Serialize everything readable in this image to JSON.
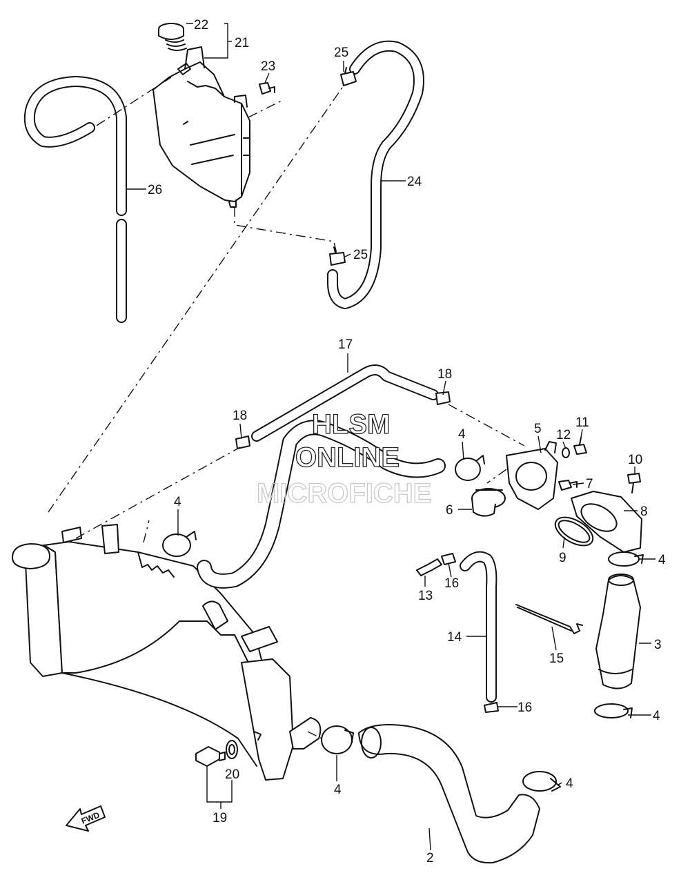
{
  "watermark": {
    "line1": "HLSM",
    "line2": "ONLINE",
    "line3": "MICROFICHE"
  },
  "direction_badge": "FWD",
  "callouts": {
    "c2": "2",
    "c3": "3",
    "c4a": "4",
    "c4b": "4",
    "c4c": "4",
    "c4d": "4",
    "c4e": "4",
    "c4f": "4",
    "c5": "5",
    "c6": "6",
    "c7": "7",
    "c8": "8",
    "c9": "9",
    "c10": "10",
    "c11": "11",
    "c12": "12",
    "c13": "13",
    "c14": "14",
    "c15": "15",
    "c16a": "16",
    "c16b": "16",
    "c17": "17",
    "c18a": "18",
    "c18b": "18",
    "c19": "19",
    "c20": "20",
    "c21": "21",
    "c22": "22",
    "c23": "23",
    "c24": "24",
    "c25a": "25",
    "c25b": "25",
    "c26": "26"
  },
  "icons": [
    "radiator",
    "reservoir-tank",
    "hose",
    "hose-clamp",
    "thermostat",
    "bolt",
    "gasket",
    "fwd-arrow"
  ]
}
